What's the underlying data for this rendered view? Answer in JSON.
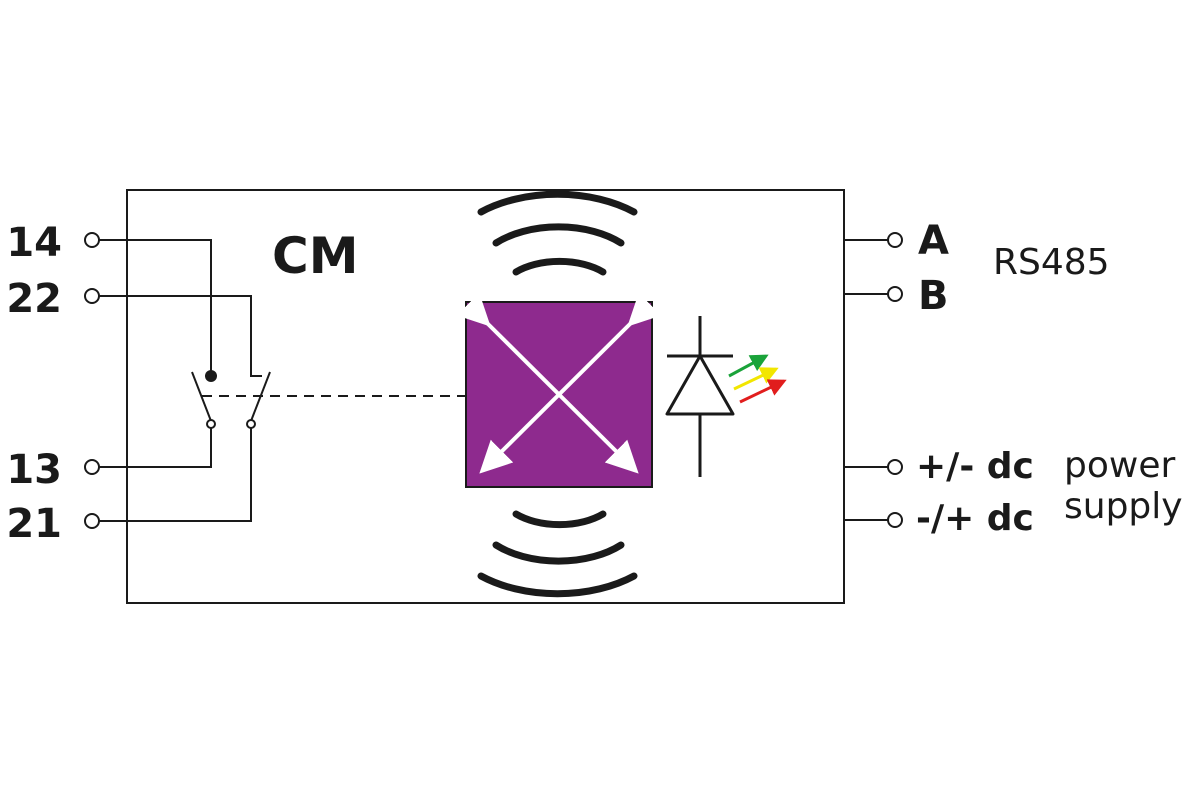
{
  "module_label": "CM",
  "terminals_left": [
    "14",
    "22",
    "13",
    "21"
  ],
  "terminals_right": {
    "rs485_a": "A",
    "rs485_b": "B",
    "power_1": "+/- dc",
    "power_2": "-/+ dc"
  },
  "bus_label": "RS485",
  "power_label": {
    "line1": "power",
    "line2": "supply"
  },
  "colors": {
    "actuator": "#8e2a8e",
    "led_green": "#1aa33a",
    "led_yellow": "#f2e600",
    "led_red": "#e11d1d",
    "line": "#1a1a1a"
  }
}
